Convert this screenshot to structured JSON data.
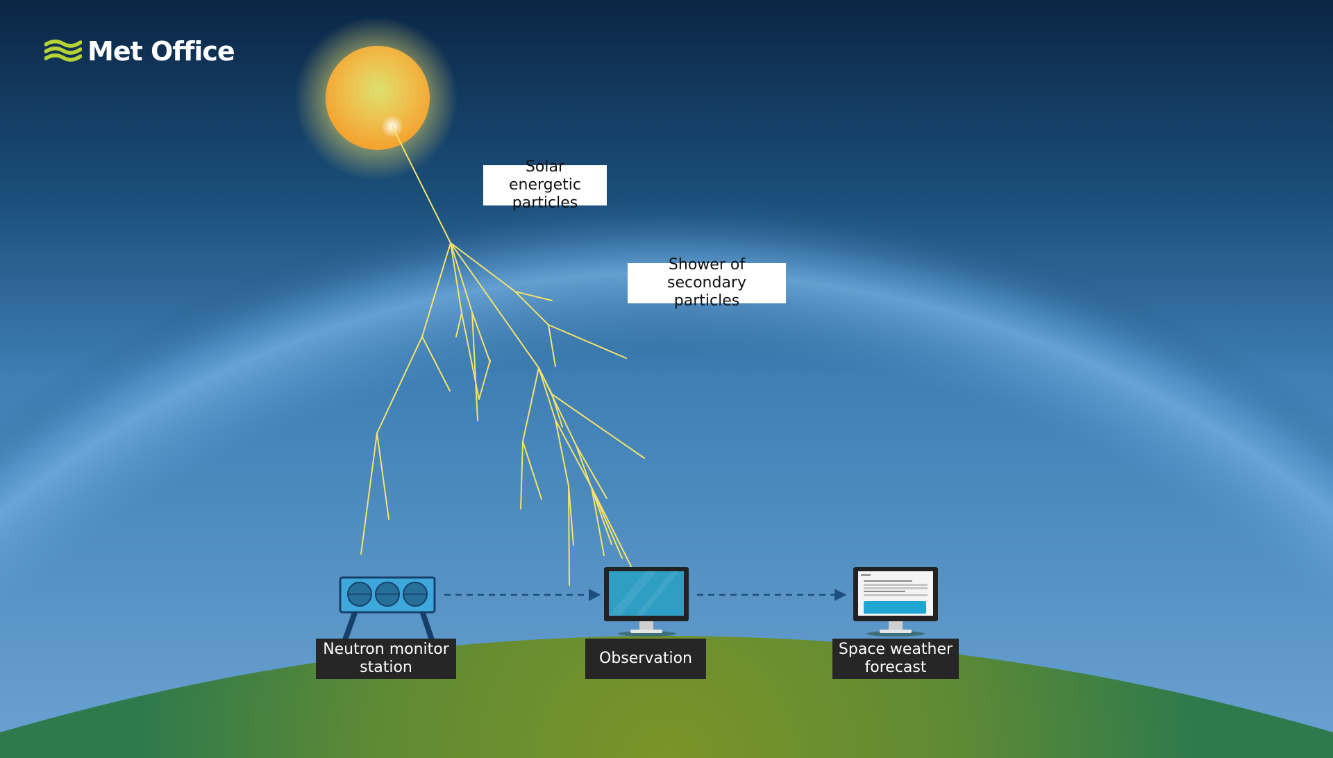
{
  "brand": {
    "name": "Met Office",
    "logo_color": "#b5d334"
  },
  "labels": {
    "solar_particles": [
      "Solar energetic",
      "particles"
    ],
    "secondary_shower": [
      "Shower of",
      "secondary particles"
    ]
  },
  "nodes": [
    {
      "id": "neutron-monitor-station",
      "lines": [
        "Neutron monitor",
        "station"
      ]
    },
    {
      "id": "observation",
      "lines": [
        "Observation"
      ]
    },
    {
      "id": "space-weather-forecast",
      "lines": [
        "Space weather",
        "forecast"
      ]
    }
  ],
  "colors": {
    "space_top": "#0d2a4a",
    "space_mid": "#1a4e7a",
    "atmosphere_glow": "#5b9bcf",
    "sky_low": "#5c97c8",
    "ground_green": "#2f7a4a",
    "ground_olive": "#6e8d2e",
    "sun_core": "#e8d96a",
    "sun_edge": "#f2a634",
    "particle_track": "#f5e36a",
    "flow_arrow": "#1d4f7e",
    "monitor_blue": "#3ea8dc",
    "screen_teal": "#2f9ec4"
  }
}
